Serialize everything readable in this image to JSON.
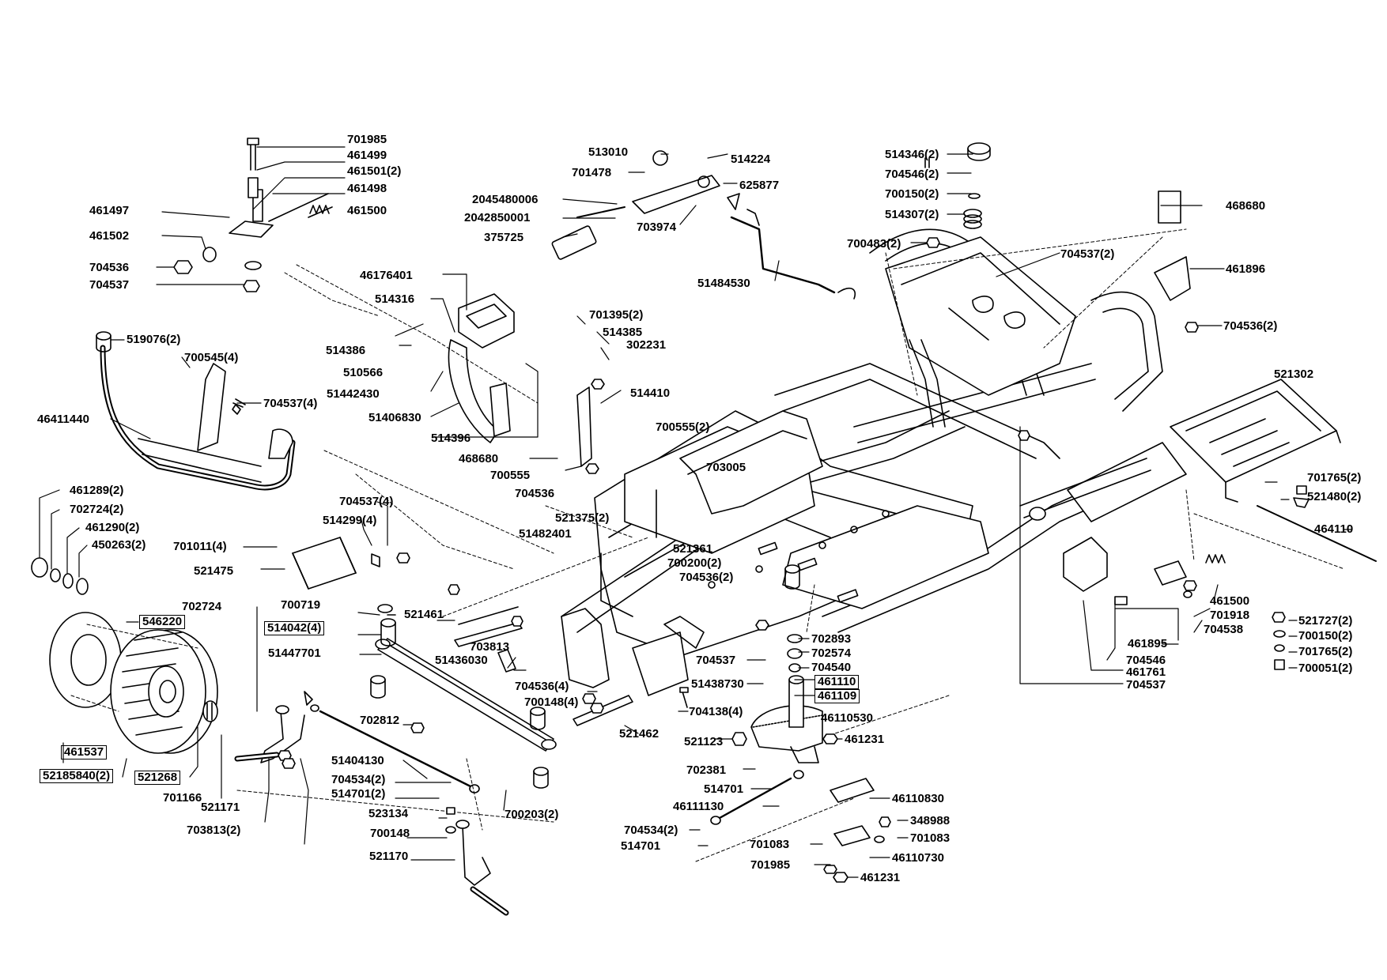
{
  "diagram": {
    "labels": [
      "701985",
      "461499",
      "461501(2)",
      "461498",
      "461497",
      "461500",
      "461502",
      "704536",
      "704537",
      "513010",
      "514224",
      "701478",
      "625877",
      "2045480006",
      "2042850001",
      "703974",
      "375725",
      "51484530",
      "514346(2)",
      "704546(2)",
      "700150(2)",
      "514307(2)",
      "468680",
      "700483(2)",
      "704537(2)",
      "461896",
      "704536(2)",
      "46176401",
      "514316",
      "514386",
      "510566",
      "51442430",
      "51406830",
      "514396",
      "468680",
      "700555",
      "704536",
      "701395(2)",
      "514385",
      "302231",
      "514410",
      "519076(2)",
      "700545(4)",
      "704537(4)",
      "46411440",
      "700555(2)",
      "703005",
      "521375(2)",
      "51482401",
      "521361",
      "700200(2)",
      "704536(2)",
      "521302",
      "701765(2)",
      "521480(2)",
      "464110",
      "461289(2)",
      "702724(2)",
      "461290(2)",
      "450263(2)",
      "701011(4)",
      "704537(4)",
      "514299(4)",
      "521475",
      "546220",
      "700719",
      "702724",
      "514042(4)",
      "521461",
      "51447701",
      "703813",
      "51436030",
      "704536(4)",
      "700148(4)",
      "521462",
      "702812",
      "461537",
      "52185840(2)",
      "521268",
      "701166",
      "521171",
      "703813(2)",
      "51404130",
      "704534(2)",
      "514701(2)",
      "523134",
      "700148",
      "521170",
      "700203(2)",
      "702893",
      "702574",
      "704540",
      "461110",
      "461109",
      "704537",
      "51438730",
      "704138(4)",
      "46110530",
      "521123",
      "461231",
      "702381",
      "514701",
      "46111130",
      "704534(2)",
      "514701",
      "46110830",
      "348988",
      "701083",
      "701083",
      "46110730",
      "701985",
      "461231",
      "461500",
      "701918",
      "704538",
      "461895",
      "704546",
      "461761",
      "704537",
      "521727(2)",
      "700150(2)",
      "701765(2)",
      "700051(2)"
    ]
  }
}
